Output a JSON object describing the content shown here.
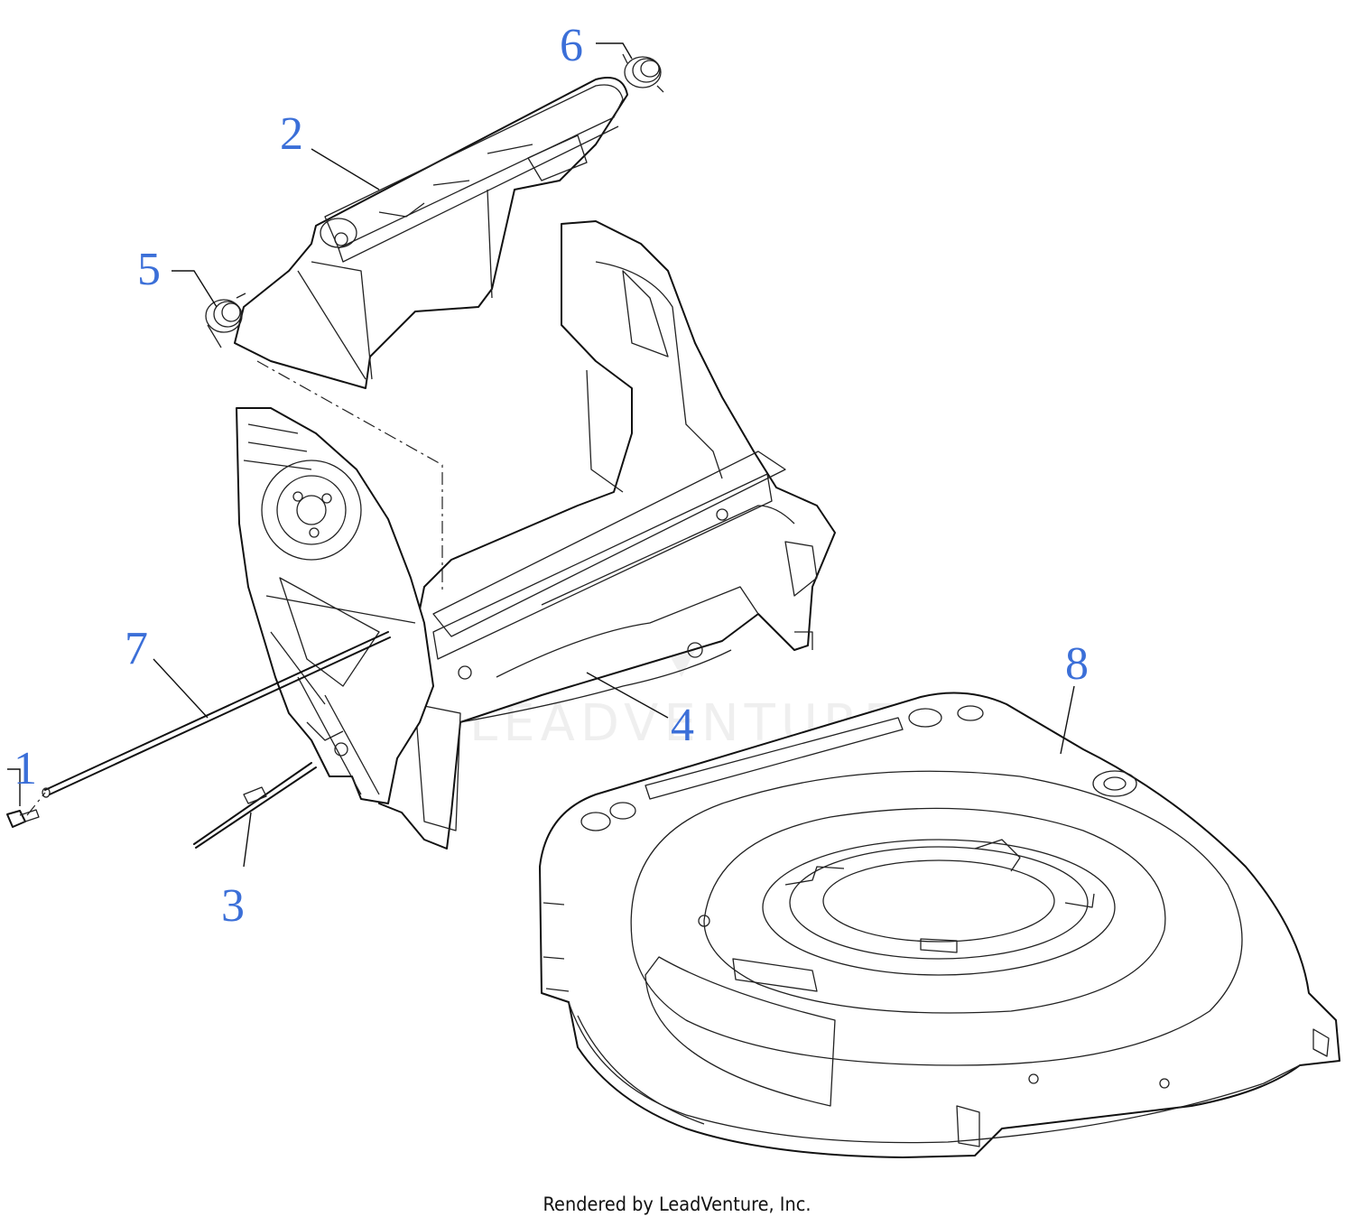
{
  "theme": {
    "callout_color": "#3b6fd8",
    "line_color": "#111111"
  },
  "callouts": [
    {
      "id": "1",
      "label": "1"
    },
    {
      "id": "2",
      "label": "2"
    },
    {
      "id": "3",
      "label": "3"
    },
    {
      "id": "4",
      "label": "4"
    },
    {
      "id": "5",
      "label": "5"
    },
    {
      "id": "6",
      "label": "6"
    },
    {
      "id": "7",
      "label": "7"
    },
    {
      "id": "8",
      "label": "8"
    }
  ],
  "watermark": {
    "text": "LEADVENTURE"
  },
  "footer": {
    "credit": "Rendered by LeadVenture, Inc."
  }
}
